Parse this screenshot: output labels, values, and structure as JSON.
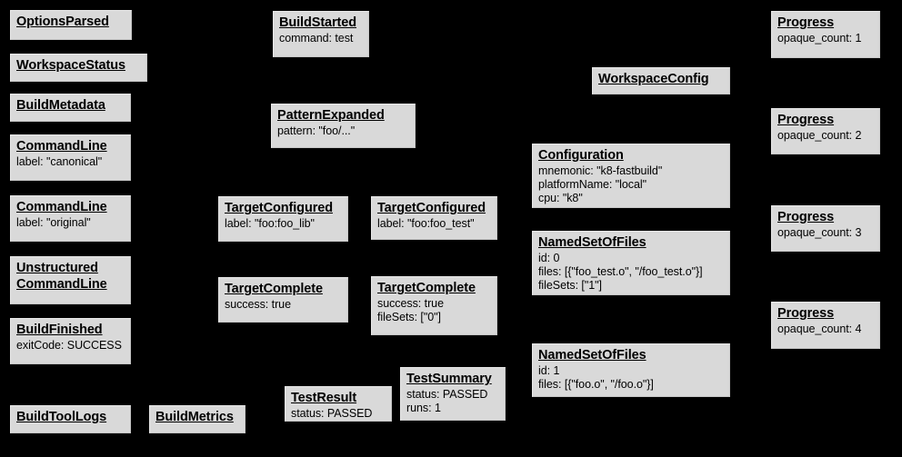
{
  "diagram": {
    "background_color": "#000000",
    "node_fill_color": "#d9d9d9",
    "node_border_color": "#c4c4c4",
    "text_color": "#000000",
    "nodes": [
      {
        "id": "options-parsed",
        "title": "OptionsParsed",
        "fields": []
      },
      {
        "id": "workspace-status",
        "title": "WorkspaceStatus",
        "fields": []
      },
      {
        "id": "build-metadata",
        "title": "BuildMetadata",
        "fields": []
      },
      {
        "id": "command-line-canonical",
        "title": "CommandLine",
        "fields": [
          "label: \"canonical\""
        ]
      },
      {
        "id": "command-line-original",
        "title": "CommandLine",
        "fields": [
          "label: \"original\""
        ]
      },
      {
        "id": "unstructured-command-line",
        "title": "Unstructured CommandLine",
        "fields": []
      },
      {
        "id": "build-finished",
        "title": "BuildFinished",
        "fields": [
          "exitCode: SUCCESS"
        ]
      },
      {
        "id": "build-tool-logs",
        "title": "BuildToolLogs",
        "fields": []
      },
      {
        "id": "build-metrics",
        "title": "BuildMetrics",
        "fields": []
      },
      {
        "id": "build-started",
        "title": "BuildStarted",
        "fields": [
          "command: test"
        ]
      },
      {
        "id": "pattern-expanded",
        "title": "PatternExpanded",
        "fields": [
          "pattern: \"foo/...\""
        ]
      },
      {
        "id": "target-configured-lib",
        "title": "TargetConfigured",
        "fields": [
          "label: \"foo:foo_lib\""
        ]
      },
      {
        "id": "target-configured-test",
        "title": "TargetConfigured",
        "fields": [
          "label: \"foo:foo_test\""
        ]
      },
      {
        "id": "target-complete-lib",
        "title": "TargetComplete",
        "fields": [
          "success: true"
        ]
      },
      {
        "id": "target-complete-test",
        "title": "TargetComplete",
        "fields": [
          "success: true",
          "fileSets: [\"0\"]"
        ]
      },
      {
        "id": "test-result",
        "title": "TestResult",
        "fields": [
          "status: PASSED"
        ]
      },
      {
        "id": "test-summary",
        "title": "TestSummary",
        "fields": [
          "status: PASSED",
          "runs: 1"
        ]
      },
      {
        "id": "workspace-config",
        "title": "WorkspaceConfig",
        "fields": []
      },
      {
        "id": "configuration",
        "title": "Configuration",
        "fields": [
          "mnemonic: \"k8-fastbuild\"",
          "platformName: \"local\"",
          "cpu: \"k8\""
        ]
      },
      {
        "id": "named-set-of-files-0",
        "title": "NamedSetOfFiles",
        "fields": [
          "id: 0",
          "files: [{\"foo_test.o\", \"/foo_test.o\"}]",
          "fileSets: [\"1\"]"
        ]
      },
      {
        "id": "named-set-of-files-1",
        "title": "NamedSetOfFiles",
        "fields": [
          "id: 1",
          "files: [{\"foo.o\", \"/foo.o\"}]"
        ]
      },
      {
        "id": "progress-1",
        "title": "Progress",
        "fields": [
          "opaque_count: 1"
        ]
      },
      {
        "id": "progress-2",
        "title": "Progress",
        "fields": [
          "opaque_count: 2"
        ]
      },
      {
        "id": "progress-3",
        "title": "Progress",
        "fields": [
          "opaque_count: 3"
        ]
      },
      {
        "id": "progress-4",
        "title": "Progress",
        "fields": [
          "opaque_count: 4"
        ]
      }
    ]
  }
}
